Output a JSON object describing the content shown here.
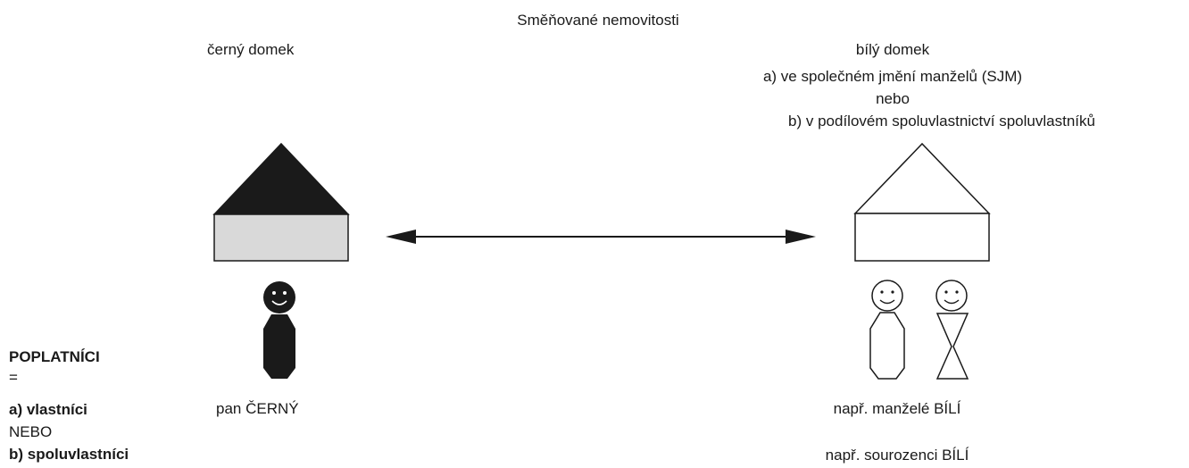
{
  "title": "Směňované nemovitosti",
  "left": {
    "heading": "černý domek",
    "owner_label": "pan ČERNÝ"
  },
  "right": {
    "heading": "bílý domek",
    "option_a": "a) ve společném jmění manželů (SJM)",
    "or": "nebo",
    "option_b": "b) v podílovém spoluvlastnictví spoluvlastníků",
    "owner_label_a": "např. manželé BÍLÍ",
    "owner_label_b": "např. sourozenci BÍLÍ"
  },
  "legend": {
    "title": "POPLATNÍCI",
    "equals": "=",
    "item_a": "a) vlastníci",
    "or": "NEBO",
    "item_b": "b) spoluvlastníci"
  },
  "colors": {
    "black_house_roof": "#1a1a1a",
    "black_house_body": "#d9d9d9",
    "stroke": "#1a1a1a"
  }
}
